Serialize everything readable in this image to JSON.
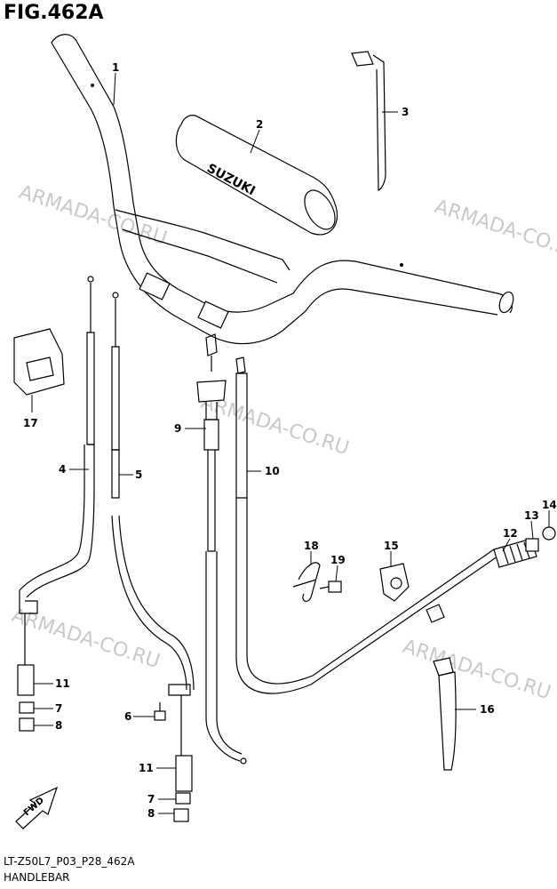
{
  "figure": {
    "title": "FIG.462A",
    "code": "LT-Z50L7_P03_P28_462A",
    "name": "HANDLEBAR"
  },
  "watermark": "ARMADA-CO.RU",
  "pad_brand": "SUZUKI",
  "fwd_label": "FWD",
  "callouts": [
    "1",
    "2",
    "3",
    "4",
    "5",
    "6",
    "7",
    "7",
    "8",
    "8",
    "9",
    "10",
    "11",
    "11",
    "12",
    "13",
    "14",
    "15",
    "16",
    "17",
    "18",
    "19"
  ],
  "colors": {
    "ink": "#000000",
    "watermark": "#c9c9c9",
    "background": "#ffffff"
  }
}
